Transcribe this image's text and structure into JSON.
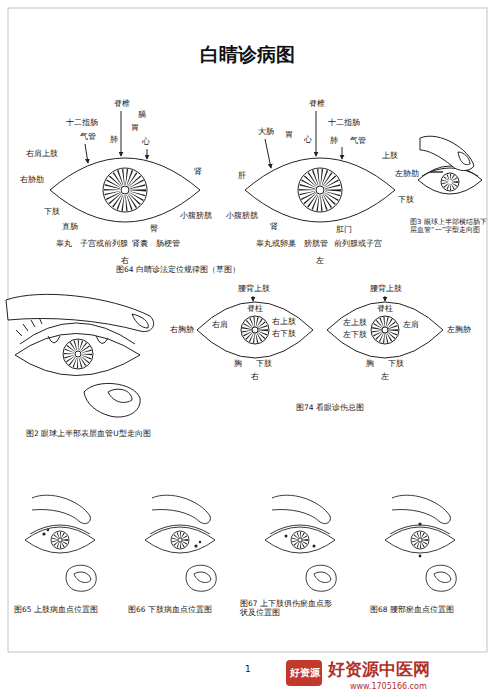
{
  "diagram": {
    "title": "白睛诊病图",
    "labels": [
      "脊椎",
      "十二指肠",
      "膈",
      "胃",
      "气管",
      "肺",
      "心",
      "右肩上肢",
      "右胁肋",
      "下肢",
      "直肠",
      "小腹膀胱",
      "肾",
      "臀",
      "睾丸",
      "子宫或前列腺",
      "肾囊",
      "肠梗管",
      "右",
      "脊椎",
      "十二指肠",
      "大肠",
      "胃",
      "心",
      "肺",
      "气管",
      "上肢",
      "左胁肋",
      "下肢",
      "肝",
      "小腹膀胱",
      "肾",
      "肛门",
      "睾丸或卵巢",
      "膀胱管",
      "前列腺或子宫",
      "左",
      "图64 白睛诊法定位规律图（草图）",
      "图3 眼球上半部横结肠下层血管“一”字型走向图",
      "腰背上肢",
      "脊柱",
      "右肩",
      "右上肢",
      "右下肢",
      "右胸胁",
      "胸",
      "下肢",
      "右",
      "腰背上肢",
      "脊柱",
      "左上肢",
      "左下肢",
      "左肩",
      "左胸胁",
      "胸",
      "下肢",
      "左",
      "图74 看眼诊伤总图",
      "图2 眼球上半部表层血管U型走向图",
      "图65 上肢病血点位置图",
      "图66 下肢病血点位置图",
      "图67 上下肢俱伤瘀血点形状及位置图",
      "图68 腰部瘀血点位置图",
      "1",
      "好资源",
      "好资源中医网",
      "www.1705166.com"
    ]
  }
}
